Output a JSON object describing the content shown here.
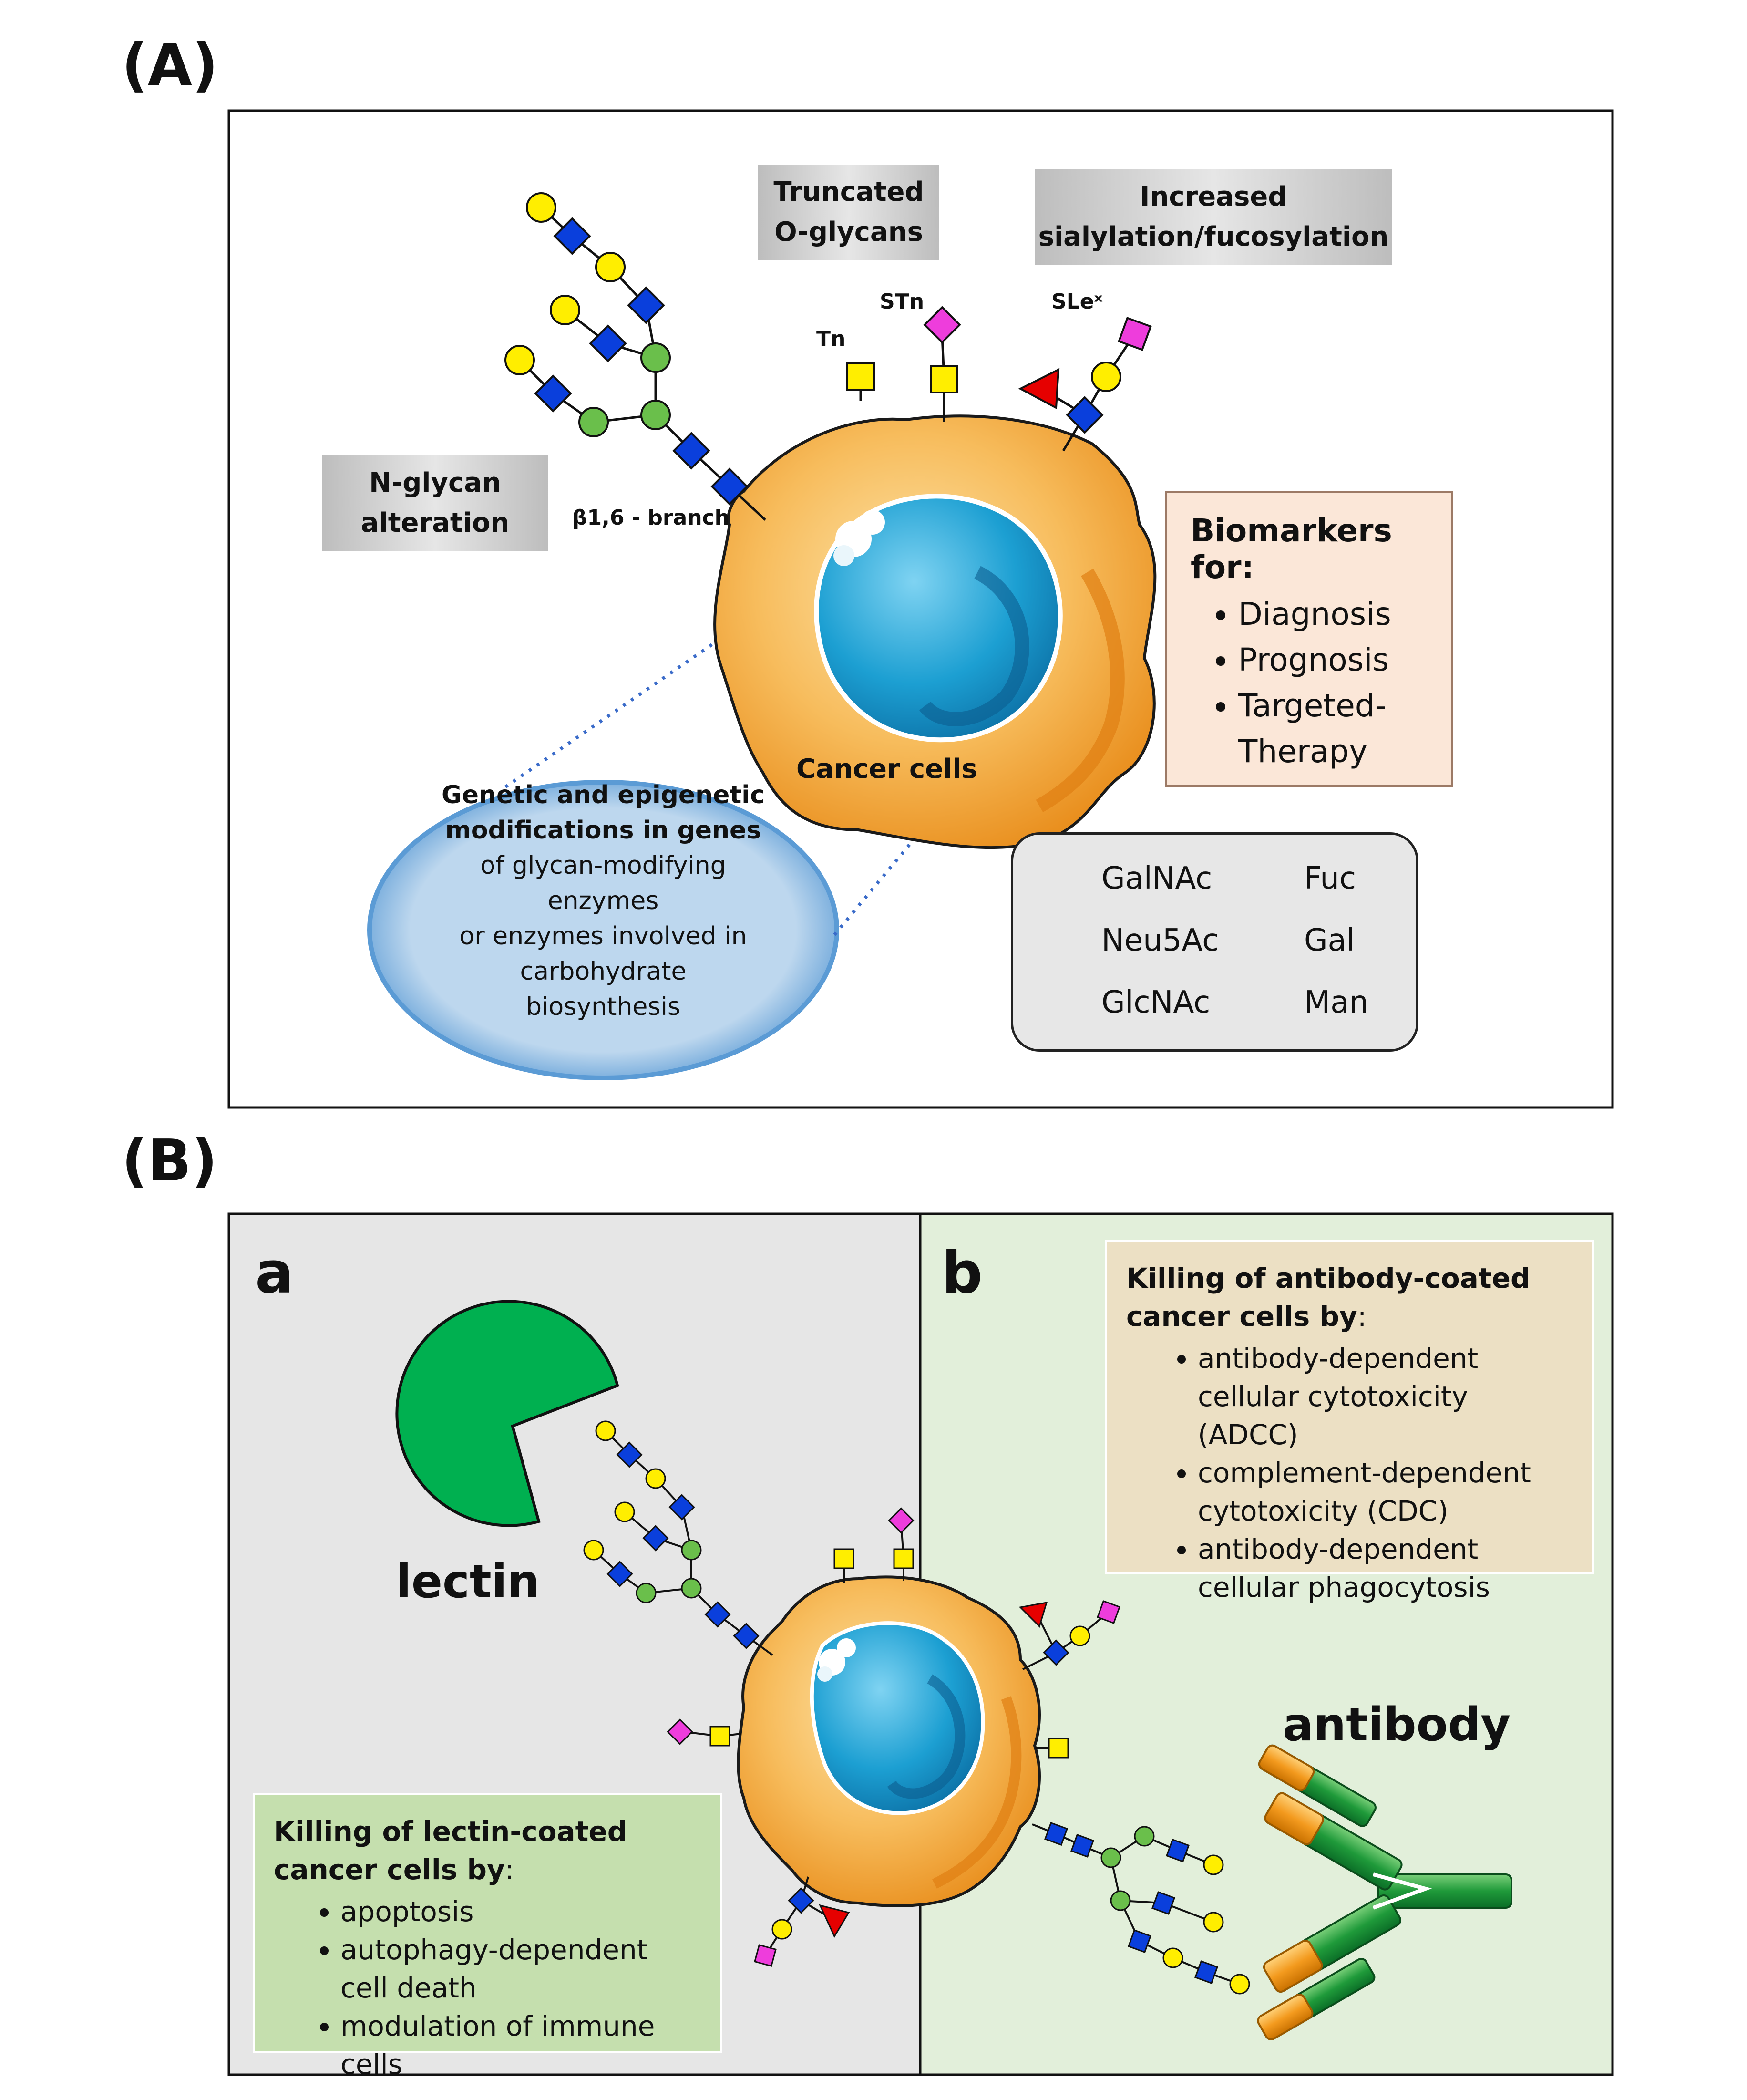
{
  "panel_A": {
    "letter": "(A)",
    "truncated_label": [
      "Truncated",
      "O-glycans"
    ],
    "sialyl_label": [
      "Increased",
      "sialylation/fucosylation"
    ],
    "nglycan_label": [
      "N-glycan",
      "alteration"
    ],
    "branch_label": "β1,6 - branch",
    "tn_label": "Tn",
    "stn_label": "STn",
    "slex_label": "SLeˣ",
    "cell_label": "Cancer cells",
    "ellipse_bold": [
      "Genetic and epigenetic",
      "modifications in genes"
    ],
    "ellipse_text": [
      "of glycan-modifying",
      "enzymes",
      "or enzymes involved in",
      "carbohydrate",
      "biosynthesis"
    ],
    "biomarkers_title": "Biomarkers for:",
    "biomarkers_items": [
      "Diagnosis",
      "Prognosis",
      "Targeted-Therapy"
    ],
    "legend": {
      "galnac": "GalNAc",
      "fuc": "Fuc",
      "neu5ac": "Neu5Ac",
      "gal": "Gal",
      "glcnac": "GlcNAc",
      "man": "Man"
    }
  },
  "panel_B": {
    "letter": "(B)",
    "sub_a": "a",
    "sub_b": "b",
    "lectin_label": "lectin",
    "antibody_label": "antibody",
    "lectin_box_title": "Killing of lectin-coated cancer cells by",
    "lectin_box_colon": ":",
    "lectin_box_items": [
      "apoptosis",
      "autophagy-dependent cell death",
      "modulation of immune cells"
    ],
    "antibody_box_title": "Killing of antibody-coated  cancer cells by",
    "antibody_box_colon": ":",
    "antibody_box_items": [
      "antibody-dependent cellular cytotoxicity (ADCC)",
      "complement-dependent cytotoxicity (CDC)",
      "antibody-dependent cellular phagocytosis"
    ]
  },
  "colors": {
    "galnac": "#ffef00",
    "neu5ac": "#ee3ddc",
    "glcnac": "#0a3fdc",
    "fuc": "#e60000",
    "gal": "#ffee00",
    "man": "#6abf4b",
    "cell_orange": "#f5b04a",
    "nucleus_blue": "#1fa5d6",
    "lectin_green": "#00b050",
    "panel_a_bg": "#e6e6e6",
    "panel_b_bg": "#e2efda",
    "ellipse_blue": "#bdd7ee"
  }
}
